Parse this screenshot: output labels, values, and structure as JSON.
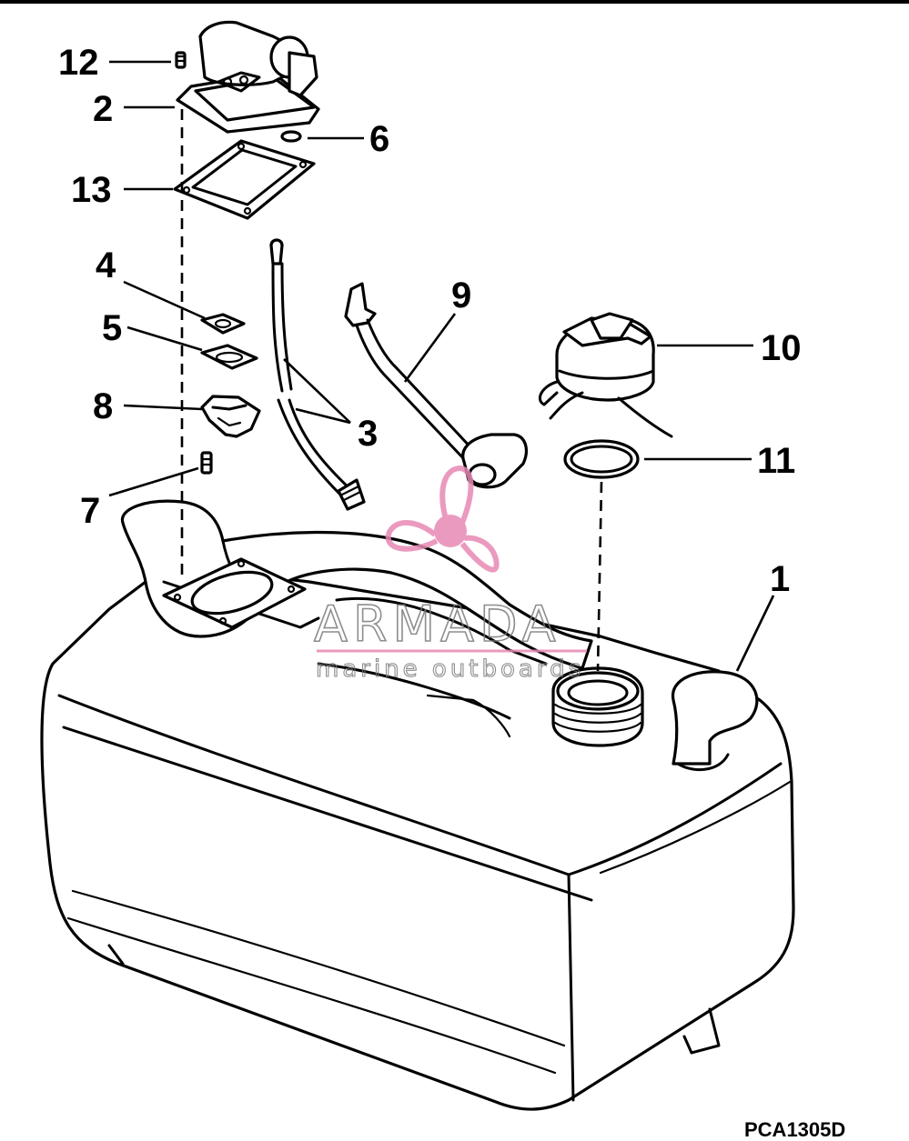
{
  "diagram": {
    "drawing_code": "PCA1305D",
    "callouts": [
      {
        "id": "c12",
        "label": "12"
      },
      {
        "id": "c2",
        "label": "2"
      },
      {
        "id": "c6",
        "label": "6"
      },
      {
        "id": "c13",
        "label": "13"
      },
      {
        "id": "c4",
        "label": "4"
      },
      {
        "id": "c9",
        "label": "9"
      },
      {
        "id": "c5",
        "label": "5"
      },
      {
        "id": "c10",
        "label": "10"
      },
      {
        "id": "c8",
        "label": "8"
      },
      {
        "id": "c3",
        "label": "3"
      },
      {
        "id": "c11",
        "label": "11"
      },
      {
        "id": "c7",
        "label": "7"
      },
      {
        "id": "c1",
        "label": "1"
      }
    ]
  },
  "watermark": {
    "brand": "ARMADA",
    "tagline": "marine outboards",
    "color": "#e889b4"
  }
}
